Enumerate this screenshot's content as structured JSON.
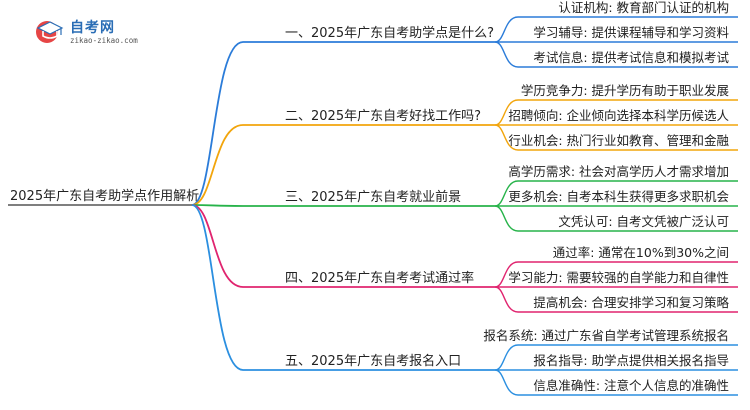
{
  "logo": {
    "name": "自考网",
    "url": "zikao-zikao.com"
  },
  "mindmap": {
    "root": "2025年广东自考助学点作用解析",
    "branches": [
      {
        "label": "一、2025年广东自考助学点是什么?",
        "color": "#2b7cd9",
        "leaves": [
          "认证机构: 教育部门认证的机构",
          "学习辅导: 提供课程辅导和学习资料",
          "考试信息: 提供考试信息和模拟考试"
        ]
      },
      {
        "label": "二、2025年广东自考好找工作吗?",
        "color": "#f2a50c",
        "leaves": [
          "学历竞争力: 提升学历有助于职业发展",
          "招聘倾向: 企业倾向选择本科学历候选人",
          "行业机会: 热门行业如教育、管理和金融"
        ]
      },
      {
        "label": "三、2025年广东自考就业前景",
        "color": "#27b34a",
        "leaves": [
          "高学历需求: 社会对高学历人才需求增加",
          "更多机会: 自考本科生获得更多求职机会",
          "文凭认可: 自考文凭被广泛认可"
        ]
      },
      {
        "label": "四、2025年广东自考考试通过率",
        "color": "#e0246f",
        "leaves": [
          "通过率: 通常在10%到30%之间",
          "学习能力: 需要较强的自学能力和自律性",
          "提高机会: 合理安排学习和复习策略"
        ]
      },
      {
        "label": "五、2025年广东自考报名入口",
        "color": "#2b8fe0",
        "leaves": [
          "报名系统: 通过广东省自学考试管理系统报名",
          "报名指导: 助学点提供相关报名指导",
          "信息准确性: 注意个人信息的准确性"
        ]
      }
    ]
  }
}
